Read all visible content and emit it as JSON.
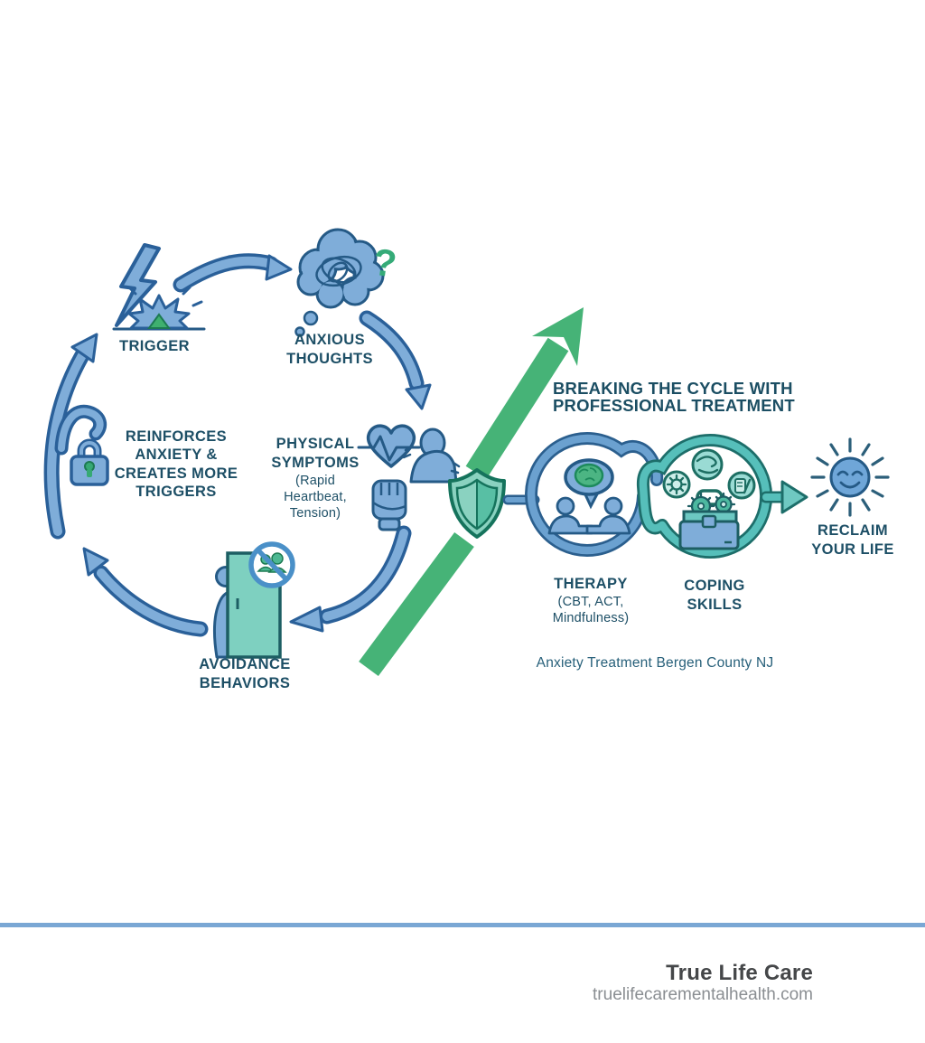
{
  "colors": {
    "blue_fill": "#7fadd9",
    "blue_outline": "#2a6099",
    "ring_blue": "#6ba1d0",
    "teal": "#56bfba",
    "teal_dark": "#1d6e6a",
    "door_teal": "#7ed0c0",
    "green": "#46b377",
    "green_dark": "#1d7a52",
    "shield_fill": "#8ad2c0",
    "shield_dark": "#15735c",
    "label_text": "#1d4f66",
    "footer_line": "#7aa7d4",
    "footer_brand": "#454749",
    "footer_site": "#8a8e92"
  },
  "icons": {
    "lightning-icon": "svg-bolt",
    "burst-icon": "svg-star-burst",
    "thought-cloud-icon": "svg-cloud-scribble",
    "question-mark": "?",
    "heart-pulse-icon": "svg-heart-ecg",
    "tense-person-icon": "svg-bust",
    "fist-icon": "svg-fist",
    "lock-icon": "svg-padlock",
    "avoidance-door-icon": "svg-person-door",
    "no-people-sign-icon": "svg-prohibition",
    "breakthrough-arrow-icon": "svg-green-arrow",
    "shield-icon": "svg-shield",
    "therapy-circle-icon": "svg-talk-circle",
    "speech-bubble-brain-icon": "svg-bubble-brain",
    "coping-circle-icon": "svg-toolbox-circle",
    "gear-badge-icon": "svg-gear",
    "wind-badge-icon": "svg-breath",
    "journal-badge-icon": "svg-note",
    "sun-icon": "svg-smiling-sun"
  },
  "cycle": {
    "trigger": {
      "label": "TRIGGER"
    },
    "anxious_thoughts": {
      "lines": [
        "ANXIOUS",
        "THOUGHTS"
      ],
      "question_mark": "?"
    },
    "physical_symptoms": {
      "lines": [
        "PHYSICAL",
        "SYMPTOMS"
      ],
      "sub_lines": [
        "(Rapid",
        "Heartbeat,",
        "Tension)"
      ]
    },
    "avoidance_behaviors": {
      "lines": [
        "AVOIDANCE",
        "BEHAVIORS"
      ]
    },
    "reinforcement": {
      "lines": [
        "REINFORCES",
        "ANXIETY &",
        "CREATES MORE",
        "TRIGGERS"
      ]
    }
  },
  "treatment": {
    "heading_lines": [
      "BREAKING THE CYCLE WITH",
      "PROFESSIONAL TREATMENT"
    ],
    "therapy": {
      "label": "THERAPY",
      "sub_lines": [
        "(CBT, ACT,",
        "Mindfulness)"
      ]
    },
    "coping_skills": {
      "lines": [
        "COPING",
        "SKILLS"
      ]
    },
    "reclaim": {
      "lines": [
        "RECLAIM",
        "YOUR LIFE"
      ]
    },
    "caption": "Anxiety Treatment Bergen County NJ"
  },
  "footer": {
    "brand": "True Life Care",
    "website": "truelifecarementalhealth.com"
  }
}
